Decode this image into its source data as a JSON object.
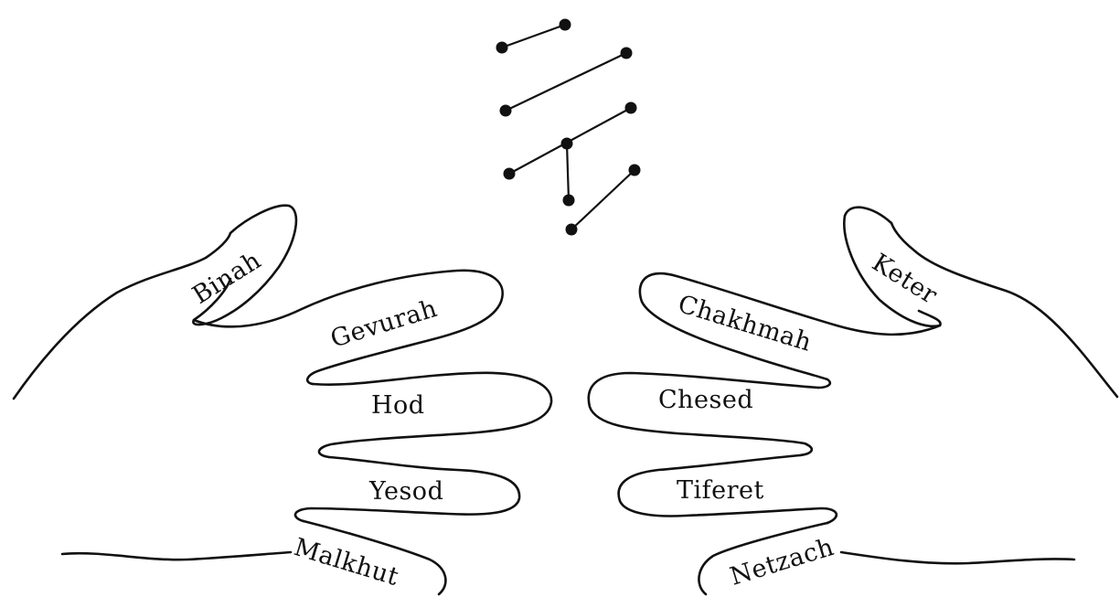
{
  "diagram": {
    "left_hand": {
      "thumb": "Binah",
      "index": "Gevurah",
      "middle": "Hod",
      "ring": "Yesod",
      "pinky": "Malkhut"
    },
    "right_hand": {
      "thumb": "Keter",
      "index": "Chakhmah",
      "middle": "Chesed",
      "ring": "Tiferet",
      "pinky": "Netzach"
    }
  }
}
